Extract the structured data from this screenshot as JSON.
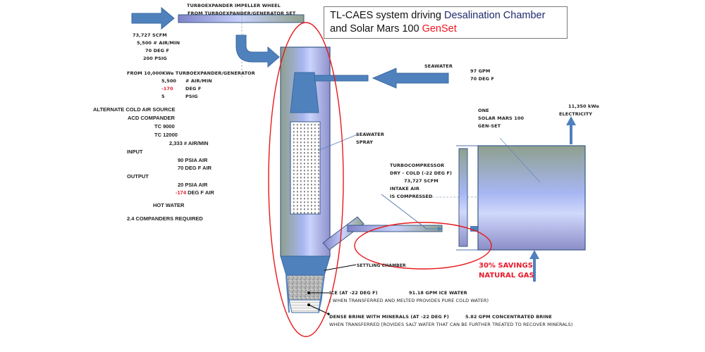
{
  "title": {
    "line1_prefix": "TL-CAES system driving ",
    "line1_highlight": "Desalination Chamber",
    "line2_prefix": "and Solar Mars 100 ",
    "line2_highlight": "GenSet",
    "highlight_colors": {
      "blue": "#1f2a6b",
      "red": "#f0141e"
    }
  },
  "turboexpander": {
    "label_line1": "TURBOEXPANDER IMPELLER WHEEL",
    "label_line2": "FROM TURBOEXPANDER/GENERATOR SET"
  },
  "inlet_air": {
    "flow_scfm": "73,727   SCFM",
    "mass_flow": "5,500 # AIR/MIN",
    "temp": "70 DEG F",
    "pressure": "200 PSIG"
  },
  "turboexpander_output": {
    "heading": "FROM 10,000KWe TURBOEXPANDER/GENERATOR",
    "rows": [
      {
        "value": "5,500",
        "unit": "# AIR/MIN",
        "highlight": false
      },
      {
        "value": "-170",
        "unit": "DEG F",
        "highlight": true
      },
      {
        "value": "5",
        "unit": "PSIG",
        "highlight": false
      }
    ]
  },
  "alternate_source": {
    "heading": "ALTERNATE COLD AIR SOURCE",
    "compander": "ACD COMPANDER",
    "model1": "TC 9000",
    "model2": "TC 12000",
    "flow": "2,333   # AIR/MIN",
    "input_label": "INPUT",
    "input_pressure": "90 PSIA AIR",
    "input_temp": "70 DEG F AIR",
    "output_label": "OUTPUT",
    "output_pressure": "20 PSIA AIR",
    "output_temp_value": "-174",
    "output_temp_unit": " DEG F AIR",
    "hot_water": "HOT WATER",
    "required": "2.4 COMPANDERS REQUIRED"
  },
  "seawater": {
    "label": "SEAWATER",
    "flow": "97 GPM",
    "temp": "70 DEG F",
    "spray_line1": "SEAWATER",
    "spray_line2": "SPRAY"
  },
  "genset": {
    "line1": "ONE",
    "line2": "SOLAR MARS 100",
    "line3": "GEN-SET",
    "power": "11,350  kWe",
    "power_label": "ELECTRICITY"
  },
  "turbocompressor": {
    "line1": "TURBOCOMPRESSOR",
    "line2": "DRY - COLD (-22 DEG F)",
    "line3": "73,727   SCFM",
    "line4": "INTAKE AIR",
    "line5": "IS COMPRESSED"
  },
  "savings": {
    "line1": "30% SAVINGS",
    "line2": "NATURAL GAS"
  },
  "settling": {
    "label": "SETTLING CHAMBER"
  },
  "ice": {
    "label": "ICE (AT -22 DEG F)",
    "flow": "91.18 GPM ICE WATER",
    "note": "( WHEN TRANSFERRED AND MELTED PROVIDES PURE COLD WATER)"
  },
  "brine": {
    "label": "DENSE BRINE WITH MINERALS (AT -22 DEG F)",
    "flow": "5.82 GPM CONCENTRATED BRINE",
    "note": "WHEN TRANSFERRED [ROVIDES SALT WATER THAT CAN BE FURTHER TREATED TO RECOVER MINERALS)"
  }
}
